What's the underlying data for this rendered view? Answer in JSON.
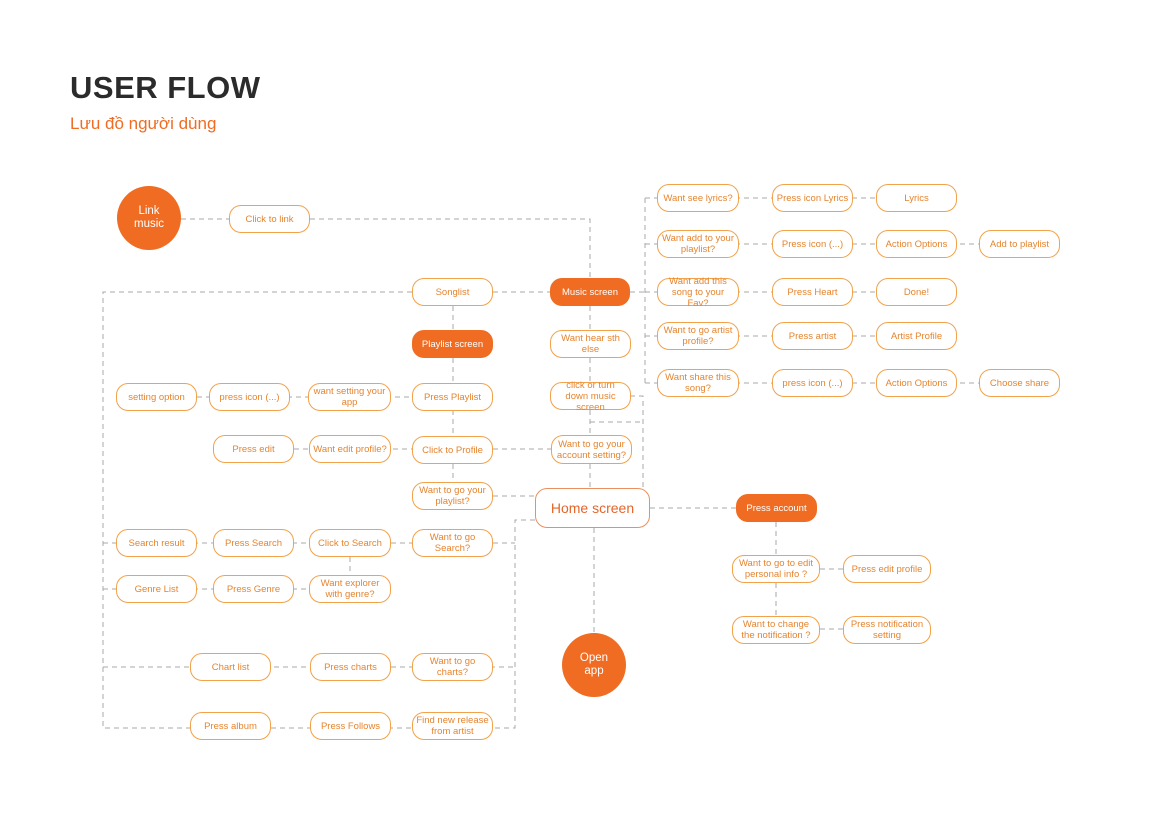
{
  "header": {
    "title": "USER FLOW",
    "subtitle": "Lưu đồ người dùng"
  },
  "start_nodes": {
    "link_music": "Link music",
    "open_app": "Open app"
  },
  "nodes": {
    "click_to_link": "Click to link",
    "songlist": "Songlist",
    "music_screen": "Music screen",
    "playlist_screen": "Playlist screen",
    "want_hear_sth_else": "Want hear sth else",
    "click_turn_down": "click or turn down music screen",
    "want_see_lyrics": "Want see lyrics?",
    "press_icon_lyrics": "Press icon Lyrics",
    "lyrics": "Lyrics",
    "want_add_playlist": "Want add to your playlist?",
    "press_icon_dots_1": "Press icon (...)",
    "action_options_1": "Action Options",
    "add_to_playlist": "Add to playlist",
    "want_add_fav": "Want add this song to your Fav?",
    "press_heart": "Press Heart",
    "done": "Done!",
    "want_go_artist": "Want to go artist profile?",
    "press_artist": "Press artist",
    "artist_profile": "Artist Profile",
    "want_share": "Want share this song?",
    "press_icon_dots_2": "press icon (...)",
    "action_options_2": "Action Options",
    "choose_share": "Choose share",
    "setting_option": "setting option",
    "press_icon_dots_3": "press icon (...)",
    "want_setting_app": "want setting your app",
    "press_playlist": "Press Playlist",
    "press_edit": "Press edit",
    "want_edit_profile": "Want edit profile?",
    "click_to_profile": "Click to Profile",
    "want_account_setting": "Want to go your account setting?",
    "want_go_playlist": "Want to go your playlist?",
    "home_screen": "Home screen",
    "press_account": "Press account",
    "search_result": "Search result",
    "press_search": "Press Search",
    "click_to_search": "Click to Search",
    "want_go_search": "Want to go Search?",
    "genre_list": "Genre List",
    "press_genre": "Press Genre",
    "want_explorer_genre": "Want explorer with genre?",
    "want_edit_personal": "Want to go to edit personal info ?",
    "press_edit_profile": "Press edit profile",
    "want_change_notification": "Want to change the notification ?",
    "press_notification_setting": "Press notification setting",
    "chart_list": "Chart list",
    "press_charts": "Press charts",
    "want_go_charts": "Want to go charts?",
    "press_album": "Press album",
    "press_follows": "Press Follows",
    "find_new_release": "Find new release from artist"
  },
  "colors": {
    "accent": "#ef6c22",
    "outline": "#f1a24a",
    "connector": "#a9a9a9",
    "title": "#2b2b2b"
  }
}
